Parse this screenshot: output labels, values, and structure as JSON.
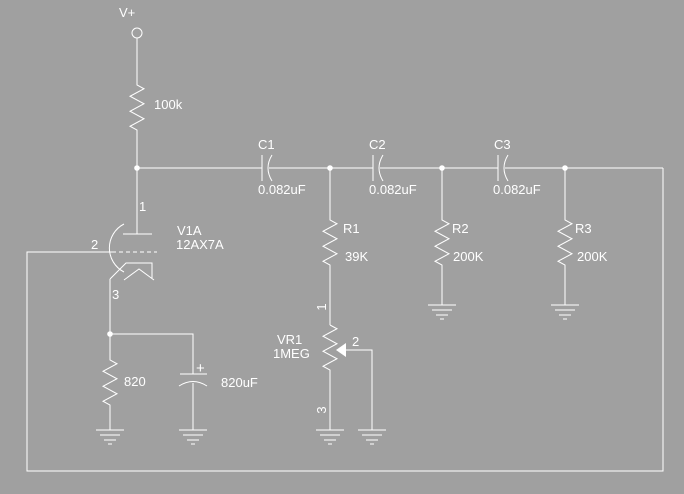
{
  "colors": {
    "background": "#a0a0a0",
    "stroke": "#ffffff"
  },
  "power": {
    "label": "V+"
  },
  "plate_resistor": {
    "value": "100k"
  },
  "tube": {
    "designator": "V1A",
    "part": "12AX7A",
    "pin_plate": "1",
    "pin_grid": "2",
    "pin_cathode": "3"
  },
  "cathode_resistor": {
    "value": "820"
  },
  "cathode_capacitor": {
    "value": "820uF",
    "polarity": "+"
  },
  "caps": {
    "c1": {
      "designator": "C1",
      "value": "0.082uF"
    },
    "c2": {
      "designator": "C2",
      "value": "0.082uF"
    },
    "c3": {
      "designator": "C3",
      "value": "0.082uF"
    }
  },
  "resistors": {
    "r1": {
      "designator": "R1",
      "value": "39K"
    },
    "r2": {
      "designator": "R2",
      "value": "200K"
    },
    "r3": {
      "designator": "R3",
      "value": "200K"
    }
  },
  "potentiometer": {
    "designator": "VR1",
    "value": "1MEG",
    "pin_top": "1",
    "pin_wiper": "2",
    "pin_bottom": "3"
  }
}
